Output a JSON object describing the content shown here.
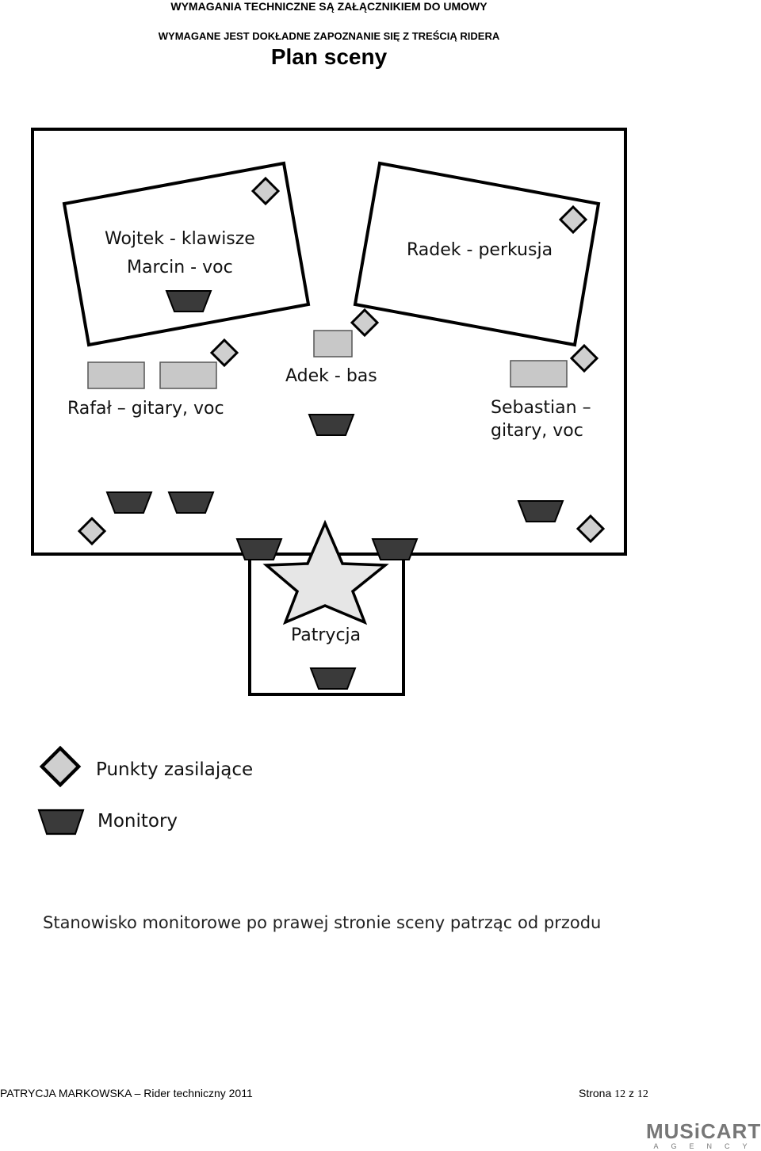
{
  "header": {
    "line1": "WYMAGANIA TECHNICZNE SĄ ZAŁĄCZNIKIEM DO UMOWY",
    "line2": "WYMAGANE JEST DOKŁADNE ZAPOZNANIE SIĘ Z TREŚCIĄ RIDERA",
    "title": "Plan sceny"
  },
  "stage": {
    "wojtek": "Wojtek - klawisze",
    "marcin": "Marcin - voc",
    "radek": "Radek - perkusja",
    "adek": "Adek - bas",
    "rafal": "Rafał – gitary, voc",
    "sebastian_1": "Sebastian –",
    "sebastian_2": "gitary, voc",
    "patrycja": "Patrycja"
  },
  "legend": {
    "power": "Punkty zasilające",
    "monitors": "Monitory"
  },
  "note": "Stanowisko monitorowe po prawej stronie sceny patrząc od przodu",
  "footer": {
    "left": "PATRYCJA MARKOWSKA – Rider techniczny 2011",
    "page_label": "Strona",
    "page_num": "12",
    "page_sep": "z",
    "page_total": "12"
  },
  "logo": {
    "name": "MUSiCART",
    "sub": "AGENCY"
  },
  "colors": {
    "monitor": "#3a3a3a",
    "power_point": "#cfcfcf",
    "amp": "#c8c8c8",
    "star": "#e6e6e6"
  }
}
